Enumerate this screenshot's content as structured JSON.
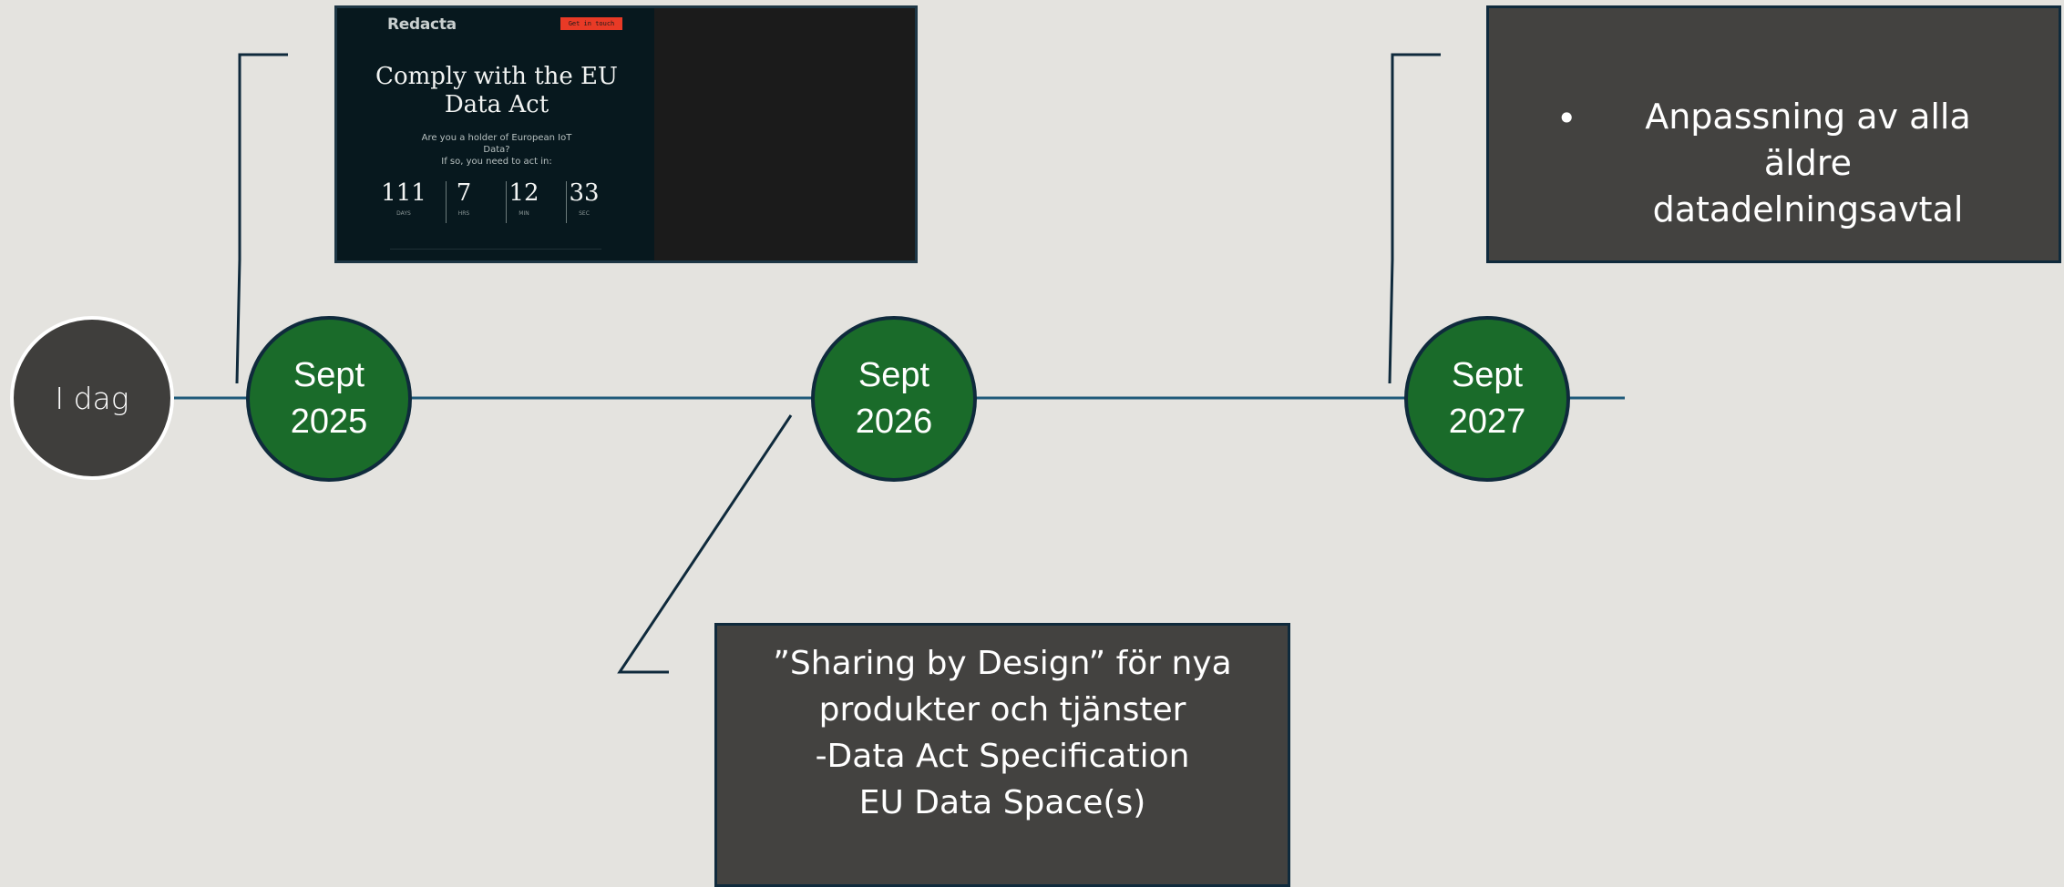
{
  "today": {
    "label": "I dag"
  },
  "milestones": [
    {
      "month": "Sept",
      "year": "2025"
    },
    {
      "month": "Sept",
      "year": "2026"
    },
    {
      "month": "Sept",
      "year": "2027"
    }
  ],
  "callout_2027": {
    "bullet": "•",
    "items": [
      "Anpassning av alla äldre datadelningsavtal"
    ]
  },
  "callout_2026": {
    "lines": [
      "”Sharing by Design” för nya",
      "produkter och tjänster",
      "-Data Act Specification",
      "EU Data Space(s)"
    ]
  },
  "website_screenshot": {
    "logo": "Redacta",
    "cta": "Get in touch",
    "heading": "Comply with the EU Data Act",
    "subtext_line1": "Are you a holder of European IoT Data?",
    "subtext_line2": "If so, you need to act in:",
    "countdown": [
      {
        "value": "111",
        "unit": "DAYS"
      },
      {
        "value": "7",
        "unit": "HRS"
      },
      {
        "value": "12",
        "unit": "MIN"
      },
      {
        "value": "33",
        "unit": "SEC"
      }
    ]
  },
  "colors": {
    "background": "#e4e3df",
    "timeline": "#1f5a7a",
    "milestone_fill": "#1a6b2a",
    "milestone_border": "#0f2a3c",
    "today_fill": "#3f3e3c",
    "callout_fill": "#434240",
    "connector": "#0f2a3c"
  }
}
